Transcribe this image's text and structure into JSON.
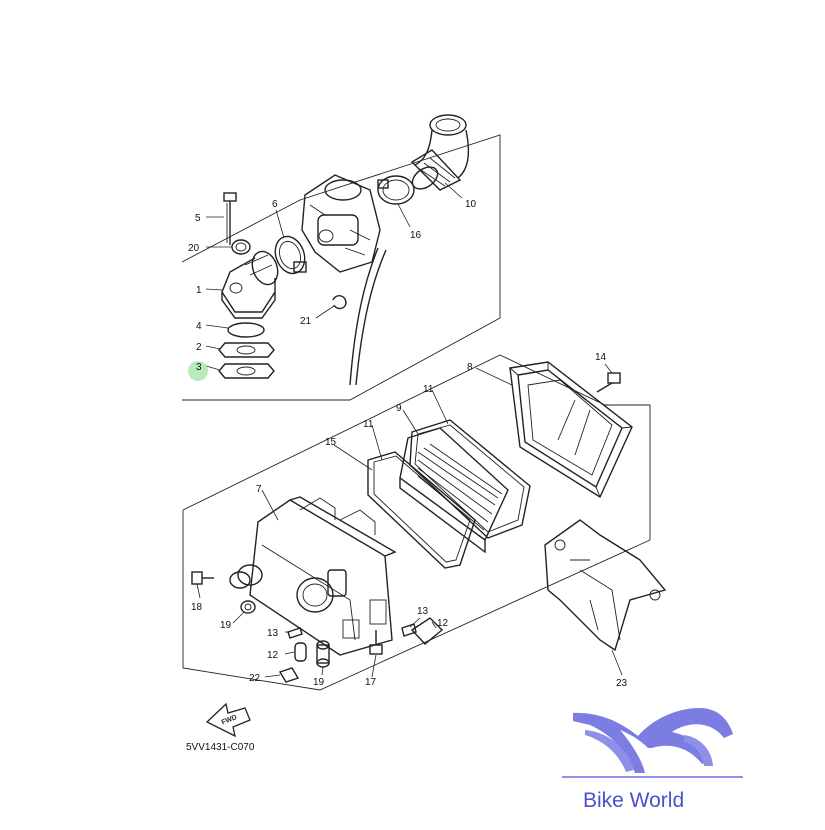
{
  "diagram": {
    "code": "5VV1431-C070",
    "fwd_label": "FWD",
    "brand": "Bike World",
    "highlight_color": "#9fe6a3",
    "brand_color": "#4b4fd0",
    "callouts": {
      "c5": "5",
      "c20": "20",
      "c1": "1",
      "c4": "4",
      "c2": "2",
      "c3": "3",
      "c6": "6",
      "c10": "10",
      "c16": "16",
      "c21": "21",
      "c14": "14",
      "c8": "8",
      "c11a": "11",
      "c9": "9",
      "c11b": "11",
      "c15": "15",
      "c7": "7",
      "c18": "18",
      "c19a": "19",
      "c13a": "13",
      "c12a": "12",
      "c22": "22",
      "c19b": "19",
      "c17": "17",
      "c13b": "13",
      "c12b": "12",
      "c23": "23"
    }
  }
}
